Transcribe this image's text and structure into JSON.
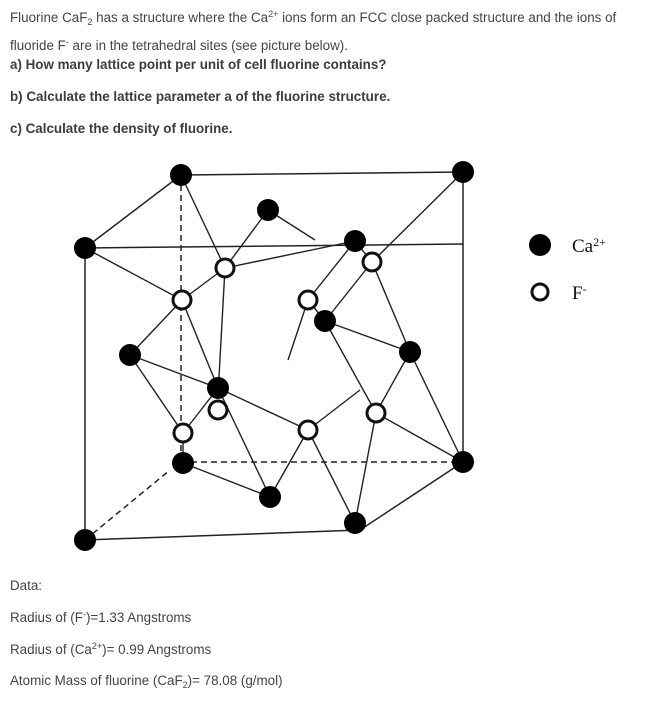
{
  "intro": {
    "p1": "Fluorine CaF",
    "p1_sub": "2",
    "p2": " has a structure where the Ca",
    "p2_sup": "2+",
    "p3": " ions form an FCC close packed structure and the ions of fluoride F",
    "p3_sup": "-",
    "p4": " are in the tetrahedral sites (see picture below)."
  },
  "questions": {
    "a": "a) How many lattice point per unit of cell fluorine contains?",
    "b": "b) Calculate the lattice parameter a of the fluorine structure.",
    "c": "c) Calculate the density of fluorine."
  },
  "legend": {
    "ca_label": "Ca",
    "ca_sup": "2+",
    "f_label": "F",
    "f_sup": "-"
  },
  "data": {
    "heading": "Data:",
    "line1_a": "Radius of (F",
    "line1_sup": "-",
    "line1_b": ")=1.33 Angstroms",
    "line2_a": "Radius of (Ca",
    "line2_sup": "2+",
    "line2_b": ")= 0.99 Angstroms",
    "line3_a": "Atomic Mass of fluorine (CaF",
    "line3_sub": "2",
    "line3_b": ")= 78.08 (g/mol)"
  }
}
